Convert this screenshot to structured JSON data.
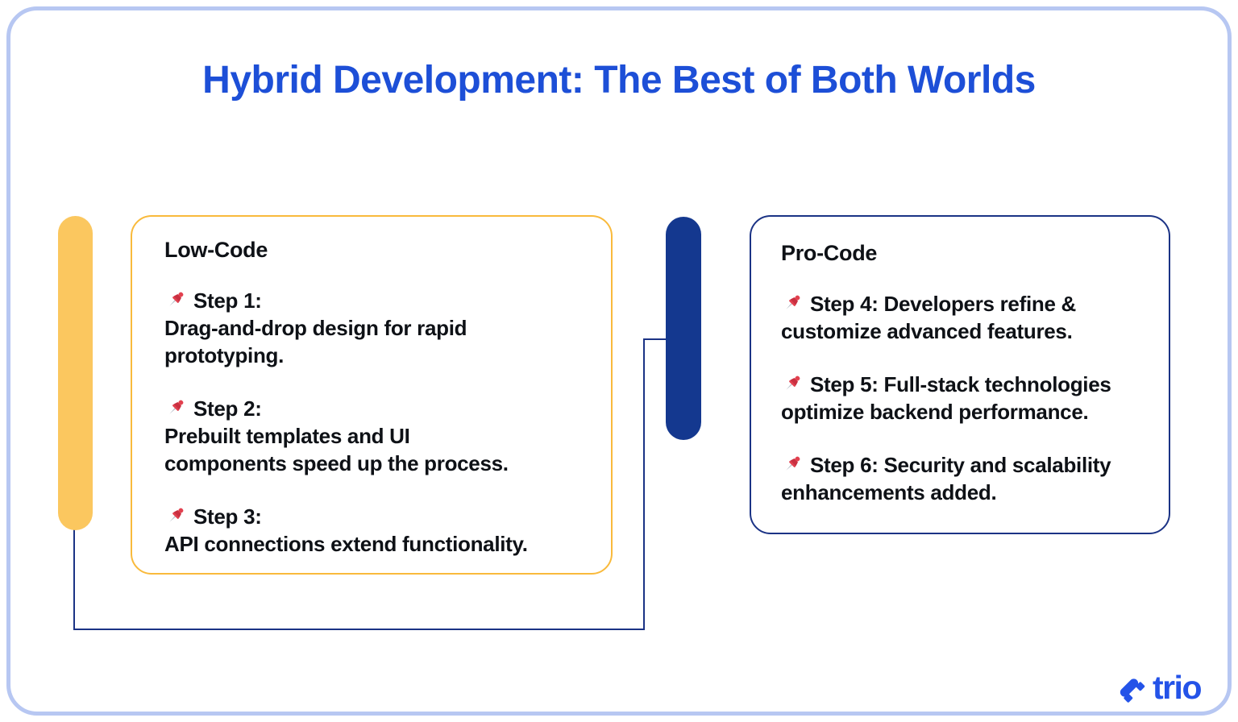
{
  "title": "Hybrid Development: The Best of Both Worlds",
  "cards": {
    "low_code": {
      "title": "Low-Code",
      "steps": [
        {
          "text": "Step 1:\nDrag-and-drop design for rapid\nprototyping."
        },
        {
          "text": "Step 2:\nPrebuilt templates and UI\ncomponents speed up the process."
        },
        {
          "text": "Step 3:\nAPI connections extend functionality."
        }
      ]
    },
    "pro_code": {
      "title": "Pro-Code",
      "steps": [
        {
          "text": "Step 4: Developers refine &\ncustomize advanced features."
        },
        {
          "text": "Step 5: Full-stack technologies\noptimize backend performance."
        },
        {
          "text": "Step 6: Security and scalability\nenhancements added."
        }
      ]
    }
  },
  "logo": {
    "text": "trio"
  },
  "icons": {
    "step_marker": "pushpin-icon",
    "brand_mark": "trio-logo-icon"
  },
  "colors": {
    "title_blue": "#1d4fd7",
    "frame_blue": "#b7c7f2",
    "yellow_accent_bar": "#fbc75f",
    "yellow_card_border": "#f9ba3c",
    "navy_accent_bar": "#14388f",
    "navy_card_border": "#1b3385",
    "connector_navy": "#1b3385",
    "logo_blue": "#2453e8",
    "pin_red": "#e2414f",
    "body_text": "#0e1116"
  }
}
